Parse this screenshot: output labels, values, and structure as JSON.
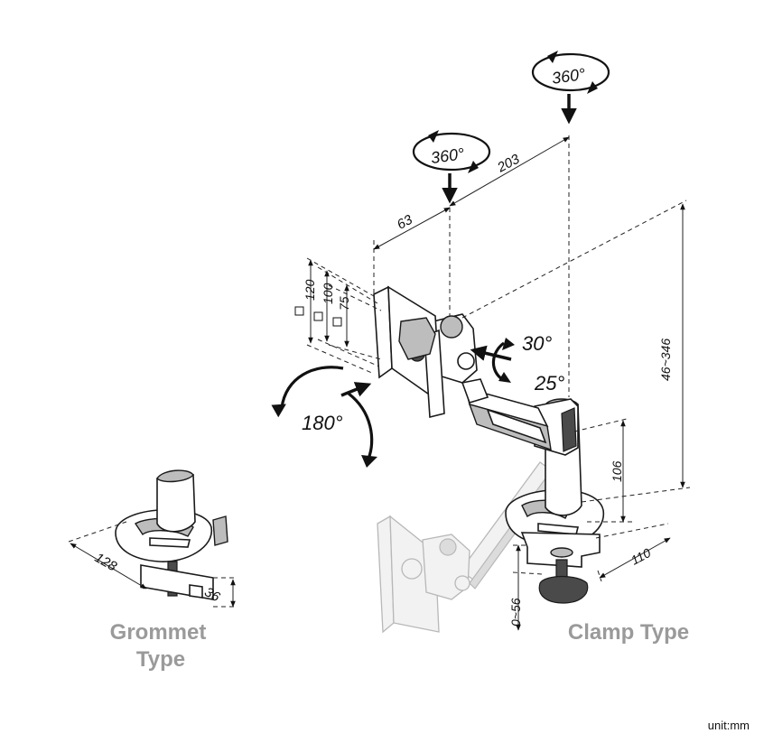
{
  "dimensions": {
    "d_203": "203",
    "d_63": "63",
    "d_120": "120",
    "d_100": "100",
    "d_75": "75",
    "d_46_346": "46~346",
    "d_106": "106",
    "d_110": "110",
    "d_0_56": "0~56",
    "d_128": "128",
    "d_36": "36"
  },
  "angles": {
    "swivel_top": "360°",
    "swivel_mid": "360°",
    "tilt_up": "30°",
    "tilt_down": "25°",
    "rotate": "180°"
  },
  "labels": {
    "grommet_line1": "Grommet",
    "grommet_line2": "Type",
    "clamp": "Clamp Type",
    "unit": "unit:mm"
  }
}
